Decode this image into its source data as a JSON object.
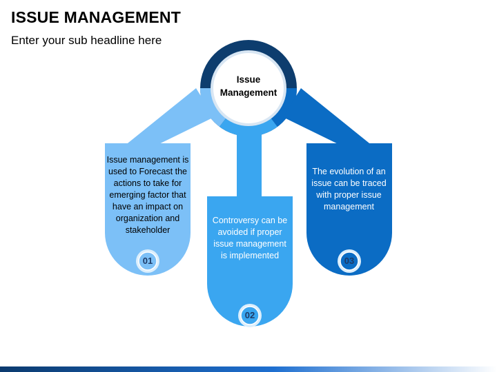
{
  "header": {
    "title": "ISSUE MANAGEMENT",
    "subtitle": "Enter your sub headline here"
  },
  "hub": {
    "label_line1": "Issue",
    "label_line2": "Management"
  },
  "cards": [
    {
      "number": "01",
      "text": "Issue management is used to Forecast the actions to take for emerging factor that have an impact on organization and stakeholder",
      "color": "#7cc0f7"
    },
    {
      "number": "02",
      "text": "Controversy can be avoided if proper issue management is implemented",
      "color": "#3aa6f0"
    },
    {
      "number": "03",
      "text": "The evolution of an issue can be traced with proper issue management",
      "color": "#0b6cc4"
    }
  ],
  "colors": {
    "hub_ring": "#0d3d6e",
    "accent_dark": "#0b3a6e"
  }
}
